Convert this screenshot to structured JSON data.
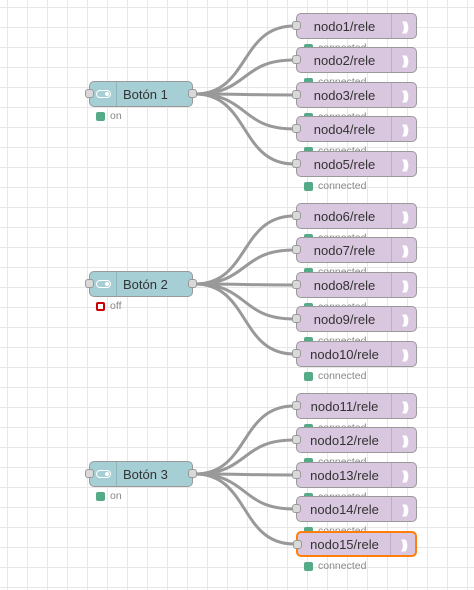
{
  "colors": {
    "button_node": "#a6cfd5",
    "mqtt_node": "#d9c7df",
    "selected_border": "#ff7f0e",
    "status_green": "#55aa88",
    "status_red": "#cc0000",
    "wire": "#999999"
  },
  "groups": [
    {
      "button": {
        "label": "Botón 1",
        "icon": "toggle-icon",
        "status": {
          "text": "on",
          "shape": "green-dot"
        }
      },
      "outputs": [
        {
          "label": "nodo1/rele",
          "status": "connected",
          "selected": false
        },
        {
          "label": "nodo2/rele",
          "status": "connected",
          "selected": false
        },
        {
          "label": "nodo3/rele",
          "status": "connected",
          "selected": false
        },
        {
          "label": "nodo4/rele",
          "status": "connected",
          "selected": false
        },
        {
          "label": "nodo5/rele",
          "status": "connected",
          "selected": false
        }
      ]
    },
    {
      "button": {
        "label": "Botón 2",
        "icon": "toggle-icon",
        "status": {
          "text": "off",
          "shape": "red-ring"
        }
      },
      "outputs": [
        {
          "label": "nodo6/rele",
          "status": "connected",
          "selected": false
        },
        {
          "label": "nodo7/rele",
          "status": "connected",
          "selected": false
        },
        {
          "label": "nodo8/rele",
          "status": "connected",
          "selected": false
        },
        {
          "label": "nodo9/rele",
          "status": "connected",
          "selected": false
        },
        {
          "label": "nodo10/rele",
          "status": "connected",
          "selected": false
        }
      ]
    },
    {
      "button": {
        "label": "Botón 3",
        "icon": "toggle-icon",
        "status": {
          "text": "on",
          "shape": "green-dot"
        }
      },
      "outputs": [
        {
          "label": "nodo11/rele",
          "status": "connected",
          "selected": false
        },
        {
          "label": "nodo12/rele",
          "status": "connected",
          "selected": false
        },
        {
          "label": "nodo13/rele",
          "status": "connected",
          "selected": false
        },
        {
          "label": "nodo14/rele",
          "status": "connected",
          "selected": false
        },
        {
          "label": "nodo15/rele",
          "status": "connected",
          "selected": true
        }
      ]
    }
  ]
}
